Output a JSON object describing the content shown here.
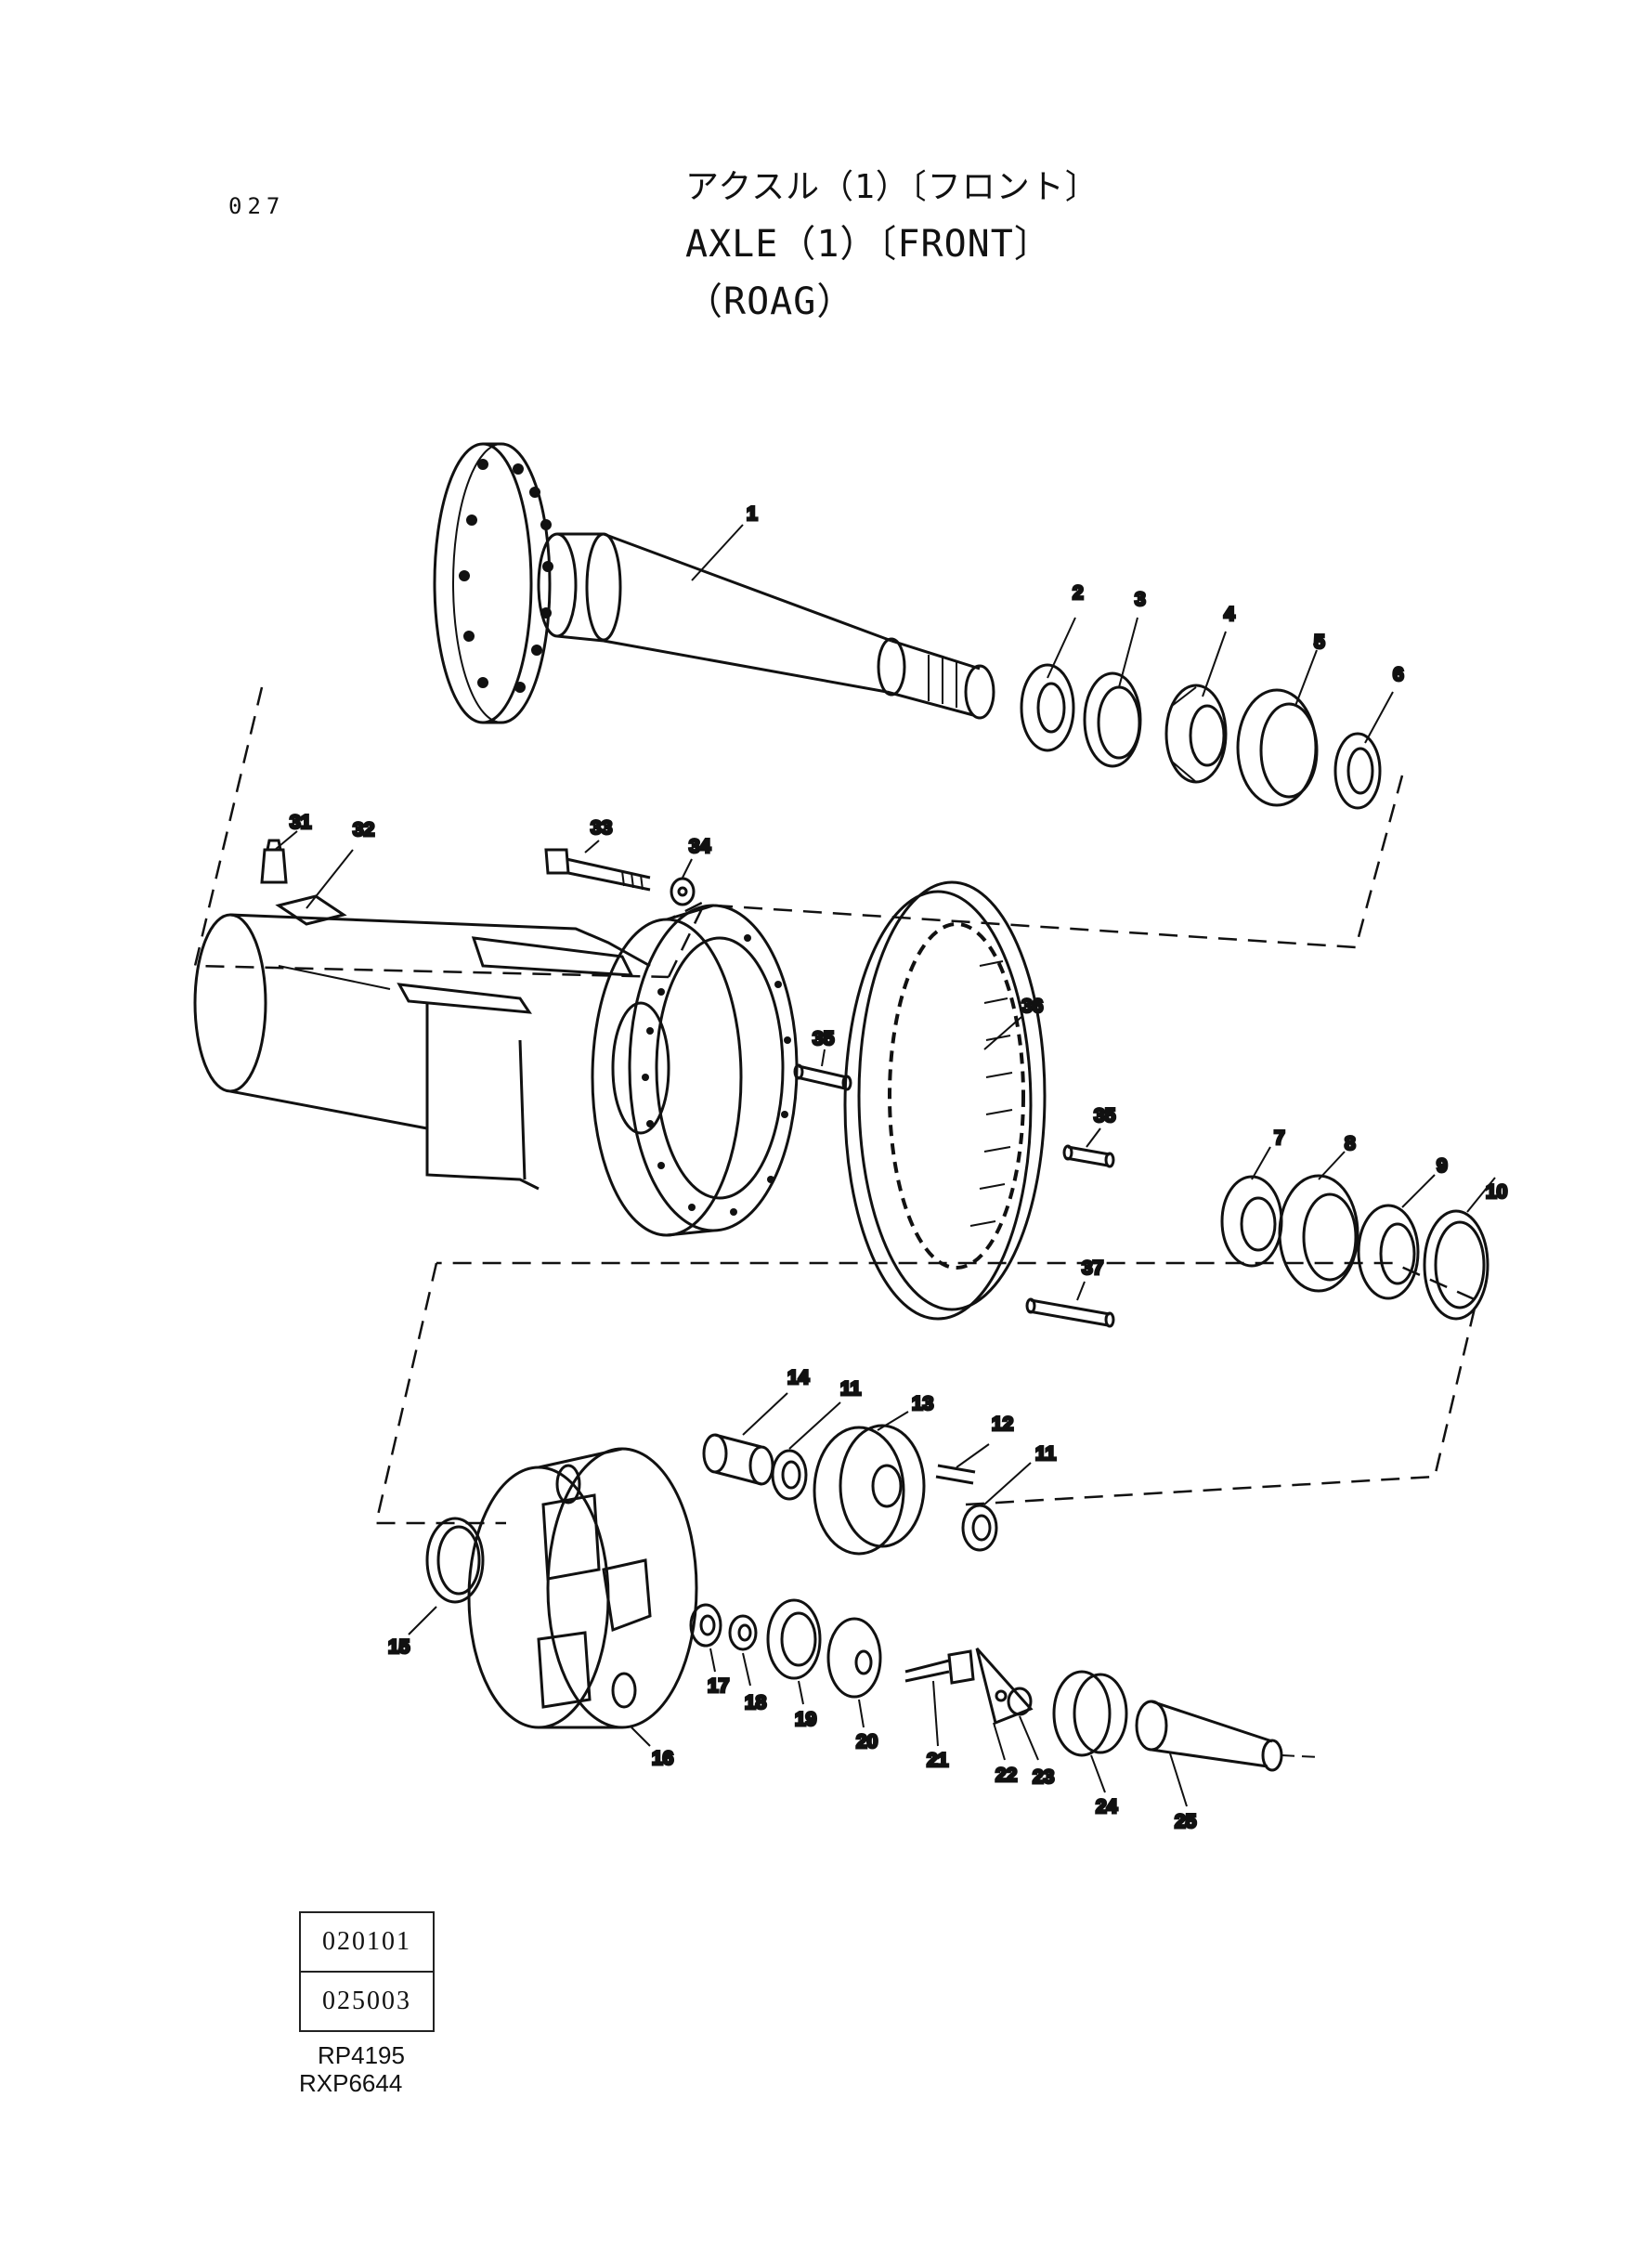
{
  "page_number": "027",
  "title": {
    "japanese": "アクスル（1）〔フロント〕",
    "english": "AXLE（1）〔FRONT〕",
    "model": "（ROAG）"
  },
  "callouts": [
    "1",
    "2",
    "3",
    "4",
    "5",
    "6",
    "7",
    "8",
    "9",
    "10",
    "11",
    "11",
    "12",
    "13",
    "14",
    "15",
    "16",
    "17",
    "18",
    "19",
    "20",
    "21",
    "22",
    "23",
    "24",
    "25",
    "31",
    "32",
    "33",
    "34",
    "35",
    "35",
    "36",
    "37"
  ],
  "serial_range": {
    "from": "020101",
    "to": "025003"
  },
  "reference_codes": [
    "RP4195",
    "RXP6644"
  ]
}
